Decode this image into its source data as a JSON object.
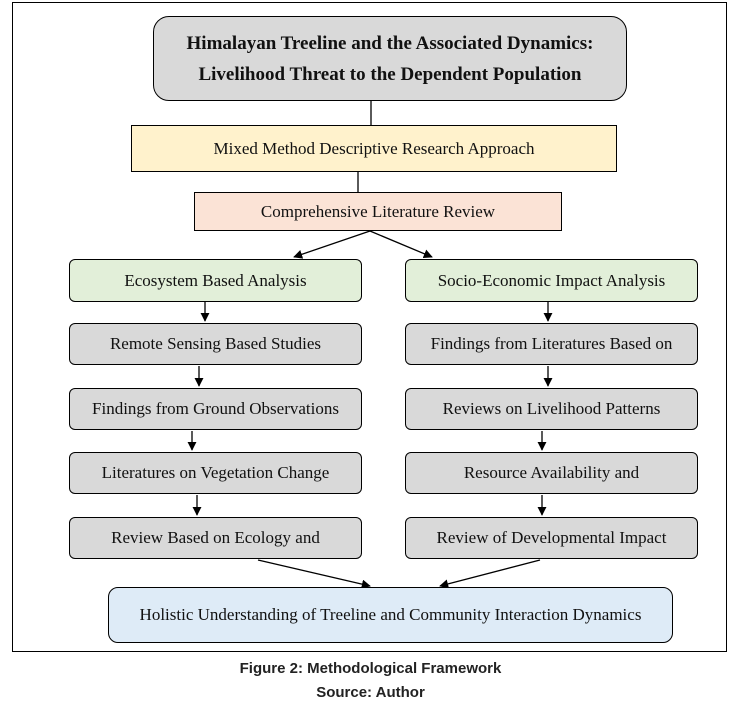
{
  "diagram": {
    "title_line1": "Himalayan Treeline and the Associated Dynamics:",
    "title_line2": "Livelihood Threat to the Dependent Population",
    "approach": "Mixed Method Descriptive Research Approach",
    "literature_review": "Comprehensive Literature Review",
    "left_branch": {
      "header": "Ecosystem Based Analysis",
      "steps": [
        "Remote Sensing Based Studies",
        "Findings from Ground Observations",
        "Literatures on Vegetation Change",
        "Review Based on Ecology and"
      ]
    },
    "right_branch": {
      "header": "Socio-Economic Impact Analysis",
      "steps": [
        "Findings from Literatures Based on",
        "Reviews on Livelihood Patterns",
        "Resource Availability and",
        "Review of Developmental Impact"
      ]
    },
    "outcome": "Holistic Understanding of Treeline and Community Interaction Dynamics"
  },
  "caption": {
    "figure": "Figure 2: Methodological Framework",
    "source": "Source: Author"
  },
  "colors": {
    "title_fill": "#d9d9d9",
    "approach_fill": "#fff2cc",
    "review_fill": "#fbe3d6",
    "branch_header_fill": "#e2efd9",
    "step_fill": "#d9d9d9",
    "outcome_fill": "#deebf7"
  }
}
